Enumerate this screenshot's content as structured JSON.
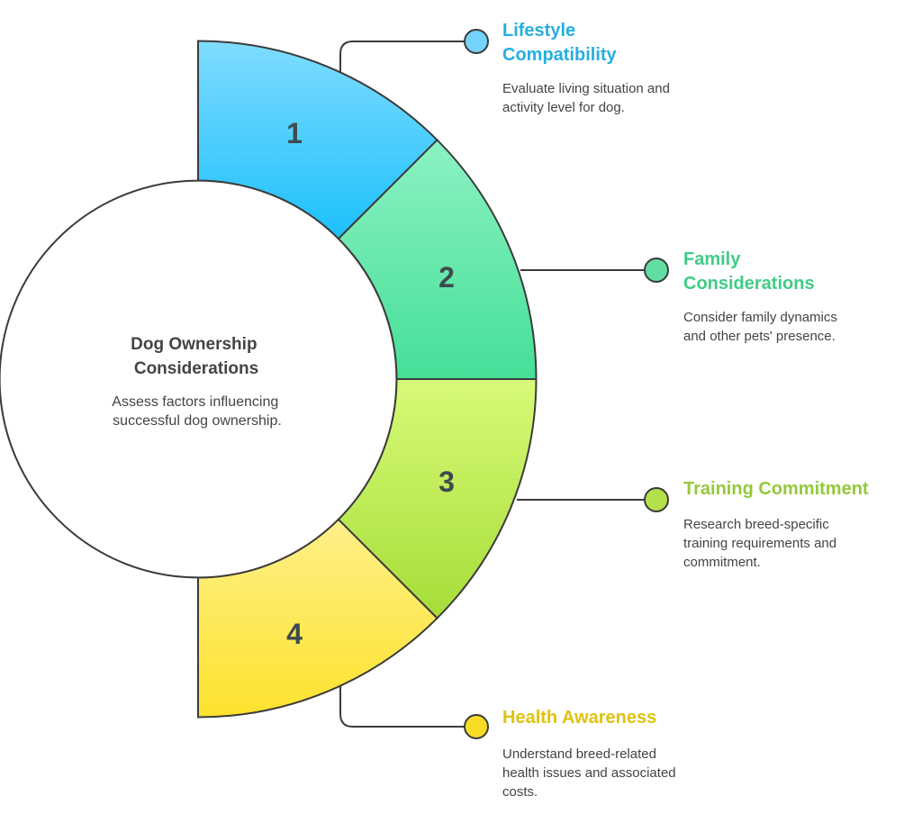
{
  "center": {
    "title_lines": [
      "Dog Ownership",
      "Considerations"
    ],
    "desc_lines": [
      "Assess factors influencing",
      "successful dog ownership."
    ]
  },
  "segments": [
    {
      "number": "1",
      "title_lines": [
        "Lifestyle",
        "Compatibility"
      ],
      "desc_lines": [
        "Evaluate living situation and",
        "activity level for dog."
      ],
      "color_light": "#7fdcff",
      "color_dark": "#1cc0fb",
      "title_color": "#25afe0",
      "dot_color": "#74d3fb"
    },
    {
      "number": "2",
      "title_lines": [
        "Family",
        "Considerations"
      ],
      "desc_lines": [
        "Consider family dynamics",
        "and other pets' presence."
      ],
      "color_light": "#8cf2c2",
      "color_dark": "#45df98",
      "title_color": "#3fcc86",
      "dot_color": "#62dda4"
    },
    {
      "number": "3",
      "title_lines": [
        "Training Commitment"
      ],
      "desc_lines": [
        "Research breed-specific",
        "training requirements and",
        "commitment."
      ],
      "color_light": "#d7fa78",
      "color_dark": "#a6dd38",
      "title_color": "#94c93a",
      "dot_color": "#b4e04c"
    },
    {
      "number": "4",
      "title_lines": [
        "Health Awareness"
      ],
      "desc_lines": [
        "Understand breed-related",
        "health issues and associated",
        "costs."
      ],
      "color_light": "#fff08a",
      "color_dark": "#fde22c",
      "title_color": "#e0c20e",
      "dot_color": "#f8dc25"
    }
  ]
}
